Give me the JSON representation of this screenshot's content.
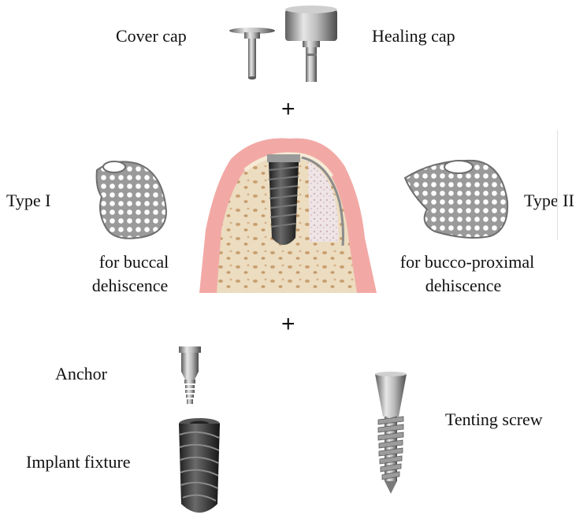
{
  "labels": {
    "cover_cap": "Cover cap",
    "healing_cap": "Healing cap",
    "plus_top": "+",
    "type_i": "Type I",
    "type_ii": "Type II",
    "buccal_line1": "for buccal",
    "buccal_line2": "dehiscence",
    "bucco_line1": "for bucco-proximal",
    "bucco_line2": "dehiscence",
    "plus_bottom": "+",
    "anchor": "Anchor",
    "implant_fixture": "Implant fixture",
    "tenting_screw": "Tenting screw"
  },
  "colors": {
    "gingiva": "#f2a9a5",
    "gingiva_dark": "#e48b87",
    "bone": "#ecdcc0",
    "bone_pore": "#c9a070",
    "metal_light": "#d9d9d9",
    "metal_dark": "#6f6f6f",
    "implant": "#3a3a3a",
    "graft": "#e8d6d8"
  },
  "icons": [
    "cover-cap-icon",
    "healing-cap-icon",
    "mesh-type-i-icon",
    "mesh-type-ii-icon",
    "jaw-cross-section-icon",
    "anchor-icon",
    "implant-fixture-icon",
    "tenting-screw-icon"
  ]
}
